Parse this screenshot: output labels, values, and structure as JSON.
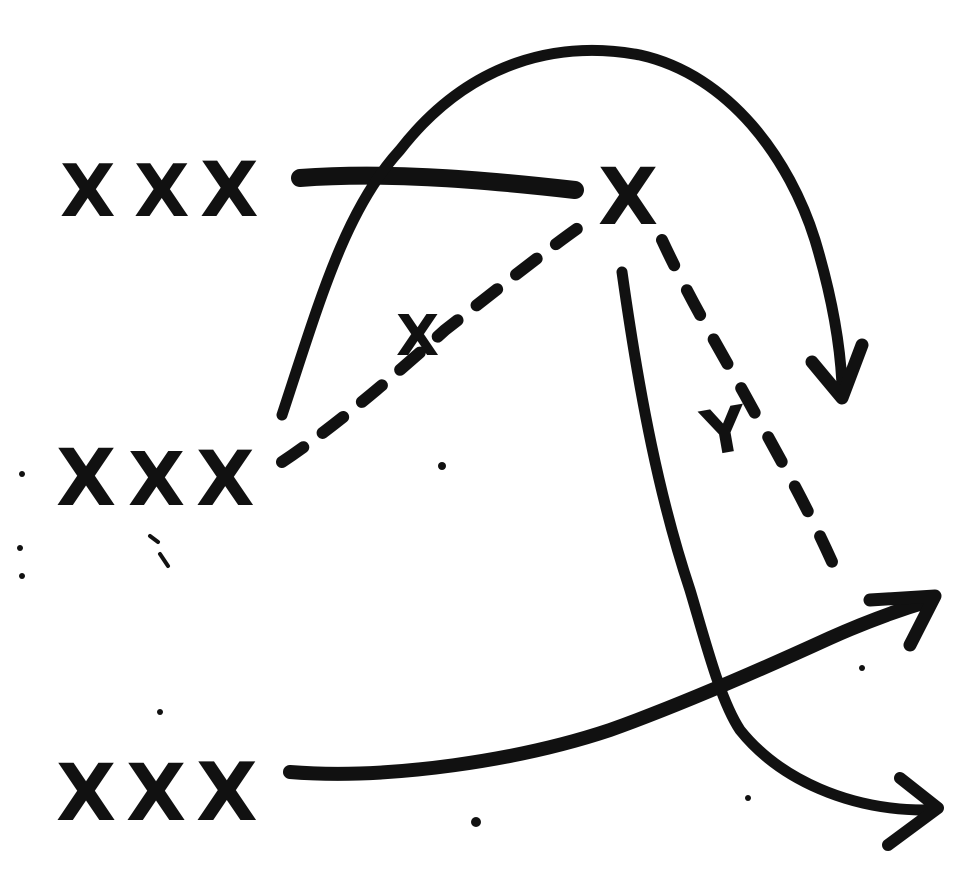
{
  "diagram": {
    "rows": [
      {
        "marks": [
          "X",
          "X",
          "X"
        ]
      },
      {
        "marks": [
          "X",
          "X",
          "X"
        ]
      },
      {
        "marks": [
          "X",
          "X",
          "X"
        ]
      }
    ],
    "pivot_mark": "X",
    "midpath_marks": [
      "X",
      "Y"
    ],
    "colors": {
      "ink": "#111111",
      "background": "#ffffff"
    }
  }
}
